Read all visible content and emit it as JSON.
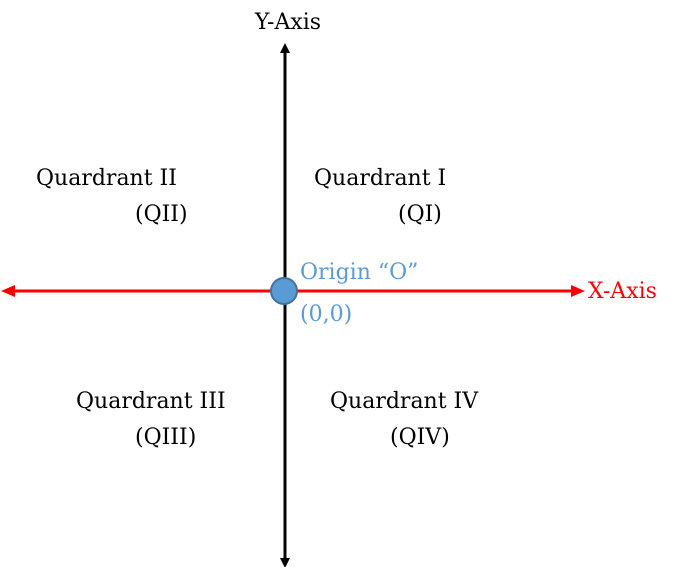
{
  "axes": {
    "y_label": "Y-Axis",
    "x_label": "X-Axis",
    "x_color": "#ff0000",
    "y_color": "#000000"
  },
  "origin": {
    "name": "Origin “O”",
    "coords": "(0,0)",
    "color": "#5b9bd5",
    "stroke": "#41719c"
  },
  "quadrants": {
    "q1": {
      "name": "Quardrant I",
      "abbr": "(QI)"
    },
    "q2": {
      "name": "Quardrant II",
      "abbr": "(QII)"
    },
    "q3": {
      "name": "Quardrant III",
      "abbr": "(QIII)"
    },
    "q4": {
      "name": "Quardrant IV",
      "abbr": "(QIV)"
    }
  }
}
